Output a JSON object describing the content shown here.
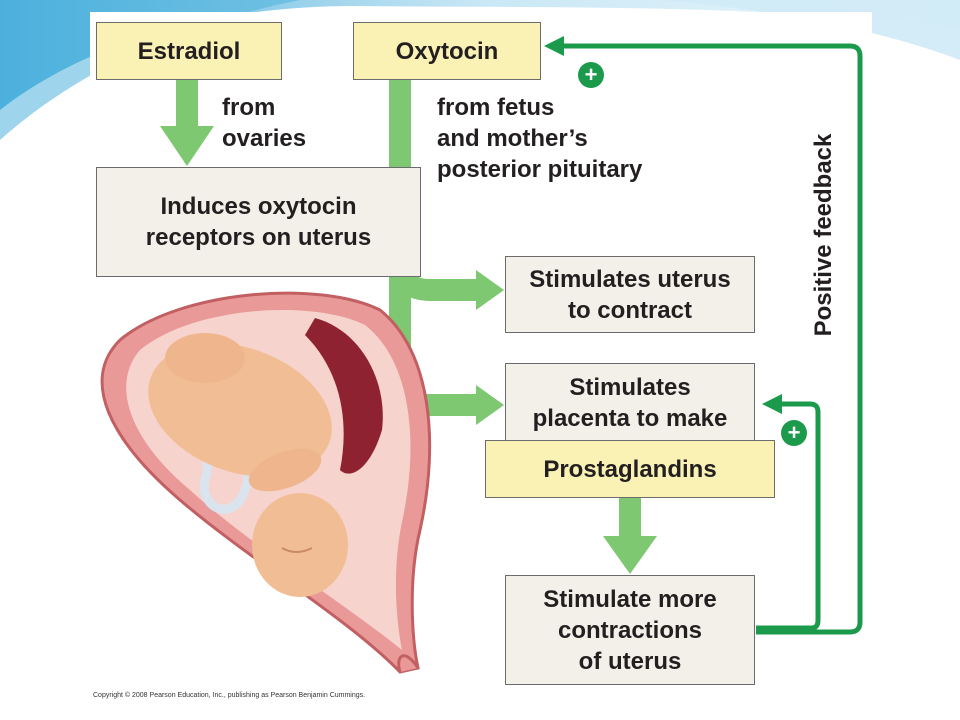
{
  "colors": {
    "arrow_light": "#7dc870",
    "arrow_dark": "#1b9a4b",
    "box_yellow": "#faf2b4",
    "box_grey": "#f3f0ea",
    "accent_blue": "#4fb3dd"
  },
  "nodes": {
    "estradiol": "Estradiol",
    "oxytocin": "Oxytocin",
    "induces": [
      "Induces oxytocin",
      "receptors on uterus"
    ],
    "stimulates_uterus": [
      "Stimulates uterus",
      "to contract"
    ],
    "stimulates_placenta": [
      "Stimulates",
      "placenta to make"
    ],
    "prostaglandins": "Prostaglandins",
    "more_contractions": [
      "Stimulate more",
      "contractions",
      "of uterus"
    ]
  },
  "notes": {
    "from_ovaries": [
      "from",
      "ovaries"
    ],
    "from_fetus": [
      "from fetus",
      "and mother’s",
      "posterior pituitary"
    ]
  },
  "feedback": {
    "label": "Positive feedback",
    "sign": "+"
  },
  "illustration": {
    "subject": "fetus in uterus"
  },
  "copyright": "Copyright © 2008 Pearson Education, Inc., publishing as Pearson Benjamin Cummings."
}
